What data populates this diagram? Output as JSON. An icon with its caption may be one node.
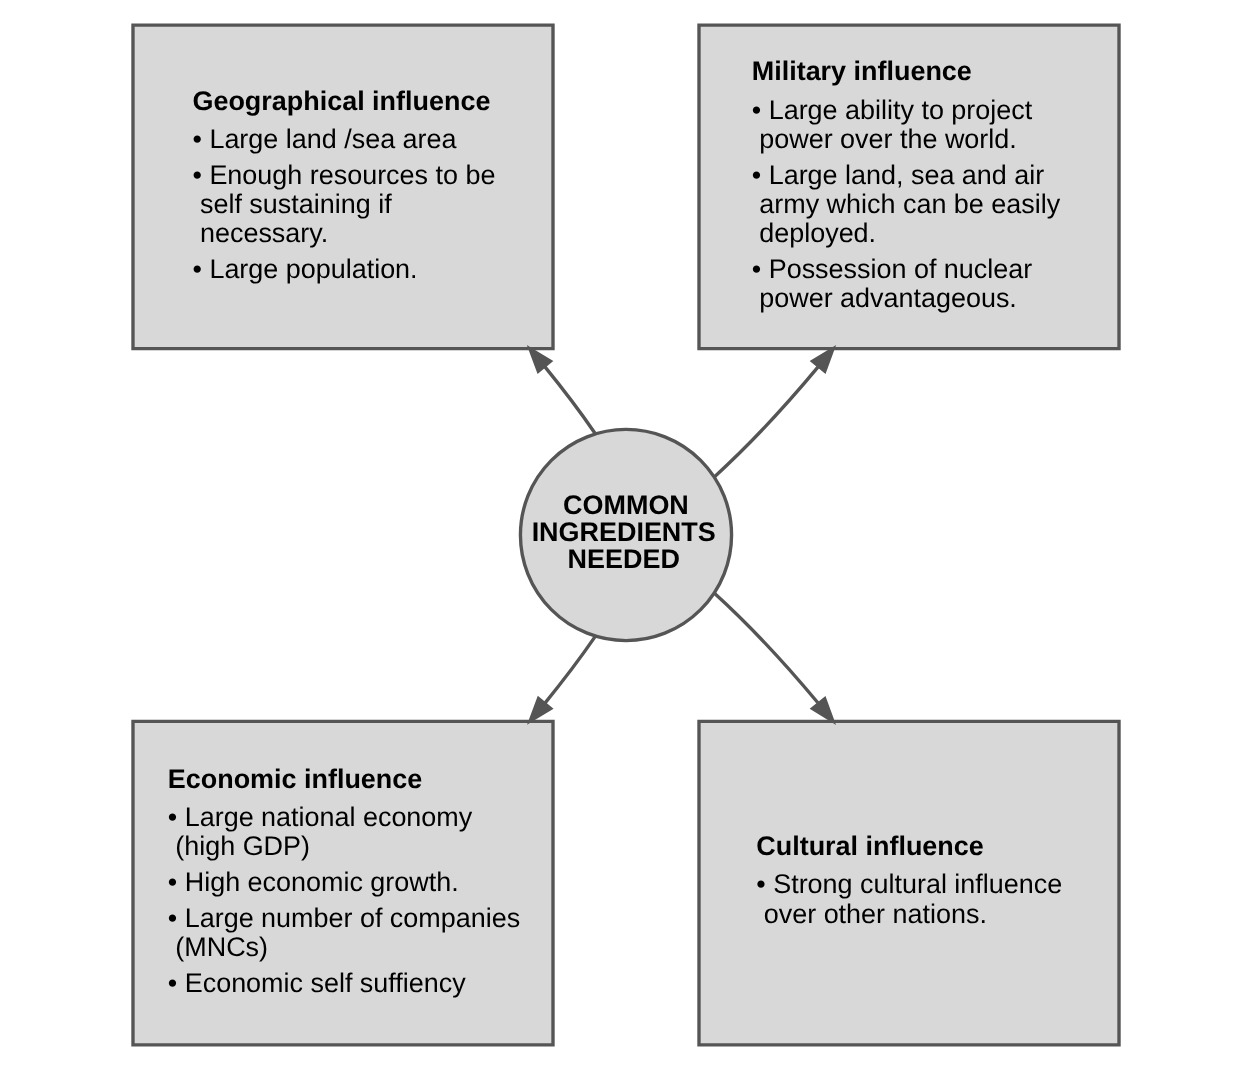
{
  "diagram": {
    "nodes": [
      {
        "text": [
          "Geographical influence",
          "• Large land /sea area",
          "• Enough resources to be self sustaining if necessary.",
          "• Large population."
        ]
      },
      {
        "text": [
          "Military influence",
          "• Large ability to project power over the world.",
          "• Large land, sea and air army which can be easily deployed.",
          "• Possession of nuclear power advantageous."
        ]
      },
      {
        "text": [
          "COMMON INGREDIENTS NEEDED"
        ]
      },
      {
        "text": [
          "Economic influence",
          "• Large national economy (high GDP)",
          "• High economic growth.",
          "• Large number of companies (MNCs)",
          "• Economic self suffiency"
        ]
      },
      {
        "text": [
          "Cultural influence",
          "• Strong cultural influence over other nations."
        ]
      }
    ],
    "edges": [
      {
        "from": 2,
        "to": 0,
        "arrow": "to"
      },
      {
        "from": 2,
        "to": 1,
        "arrow": "to"
      },
      {
        "from": 2,
        "to": 3,
        "arrow": "to"
      },
      {
        "from": 2,
        "to": 4,
        "arrow": "to"
      }
    ]
  }
}
